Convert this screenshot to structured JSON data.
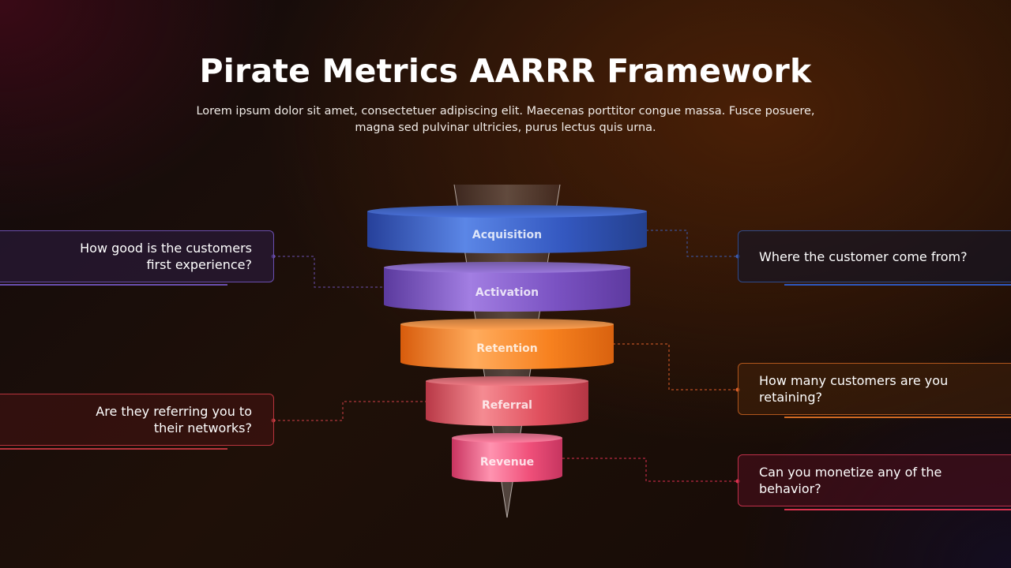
{
  "header": {
    "title": "Pirate Metrics AARRR Framework",
    "subtitle": "Lorem ipsum dolor sit amet, consectetuer adipiscing elit. Maecenas porttitor congue massa. Fusce posuere, magna sed pulvinar ultricies, purus lectus quis urna."
  },
  "funnel": {
    "stages": [
      {
        "label": "Acquisition",
        "color": "#3a62c9"
      },
      {
        "label": "Activation",
        "color": "#7b55c0"
      },
      {
        "label": "Retention",
        "color": "#f57a1a"
      },
      {
        "label": "Referral",
        "color": "#e0505e"
      },
      {
        "label": "Revenue",
        "color": "#f0507a"
      }
    ]
  },
  "questions": {
    "acquisition": "Where the customer come from?",
    "activation": "How good is the customers first experience?",
    "retention": "How many customers are you retaining?",
    "referral": "Are they referring you to their networks?",
    "revenue": "Can you monetize any of the behavior?"
  }
}
